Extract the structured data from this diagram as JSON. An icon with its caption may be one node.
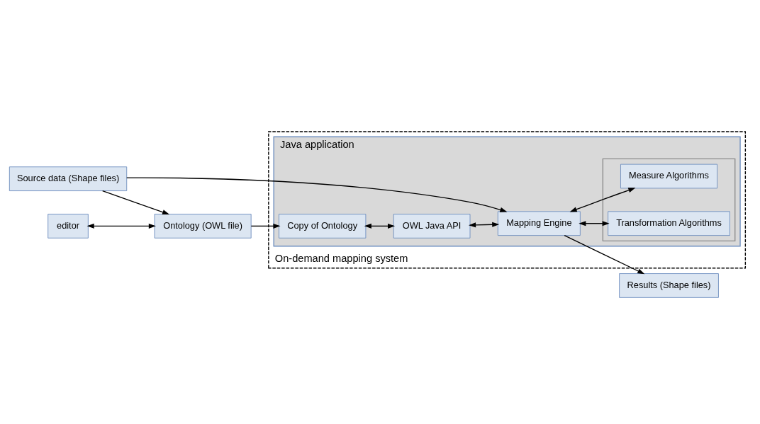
{
  "diagram": {
    "nodes": [
      {
        "text": [
          "On-demand mapping system"
        ]
      },
      {
        "text": [
          "Java application"
        ],
        "in": 0
      },
      {
        "text": [
          "editor"
        ]
      },
      {
        "text": [
          "Ontology (OWL file)"
        ]
      },
      {
        "text": [
          "Copy of Ontology"
        ],
        "in": 1
      },
      {
        "text": [
          "OWL Java API"
        ],
        "in": 1
      },
      {
        "text": [
          "Source data (Shape files)"
        ]
      },
      {
        "text": [
          "Mapping Engine"
        ],
        "in": 1
      },
      {
        "text": [
          "Results (Shape files)"
        ]
      },
      {
        "text": [],
        "shape": "box",
        "in": 1
      },
      {
        "text": [
          "Measure Algorithms"
        ],
        "in": 9
      },
      {
        "text": [
          "Transformation Algorithms"
        ],
        "in": 9
      }
    ],
    "edges": [
      {
        "from": 2,
        "to": 3,
        "arrow": "both"
      },
      {
        "from": 3,
        "to": 4,
        "arrow": "to"
      },
      {
        "from": 4,
        "to": 5,
        "arrow": "both"
      },
      {
        "from": 5,
        "to": 7,
        "arrow": "both"
      },
      {
        "from": 6,
        "to": 3,
        "arrow": "to"
      },
      {
        "from": 6,
        "to": 7,
        "arrow": "to"
      },
      {
        "from": 7,
        "to": 8,
        "arrow": "to"
      },
      {
        "from": 7,
        "to": 10,
        "arrow": "both"
      },
      {
        "from": 7,
        "to": 11,
        "arrow": "both"
      }
    ]
  }
}
